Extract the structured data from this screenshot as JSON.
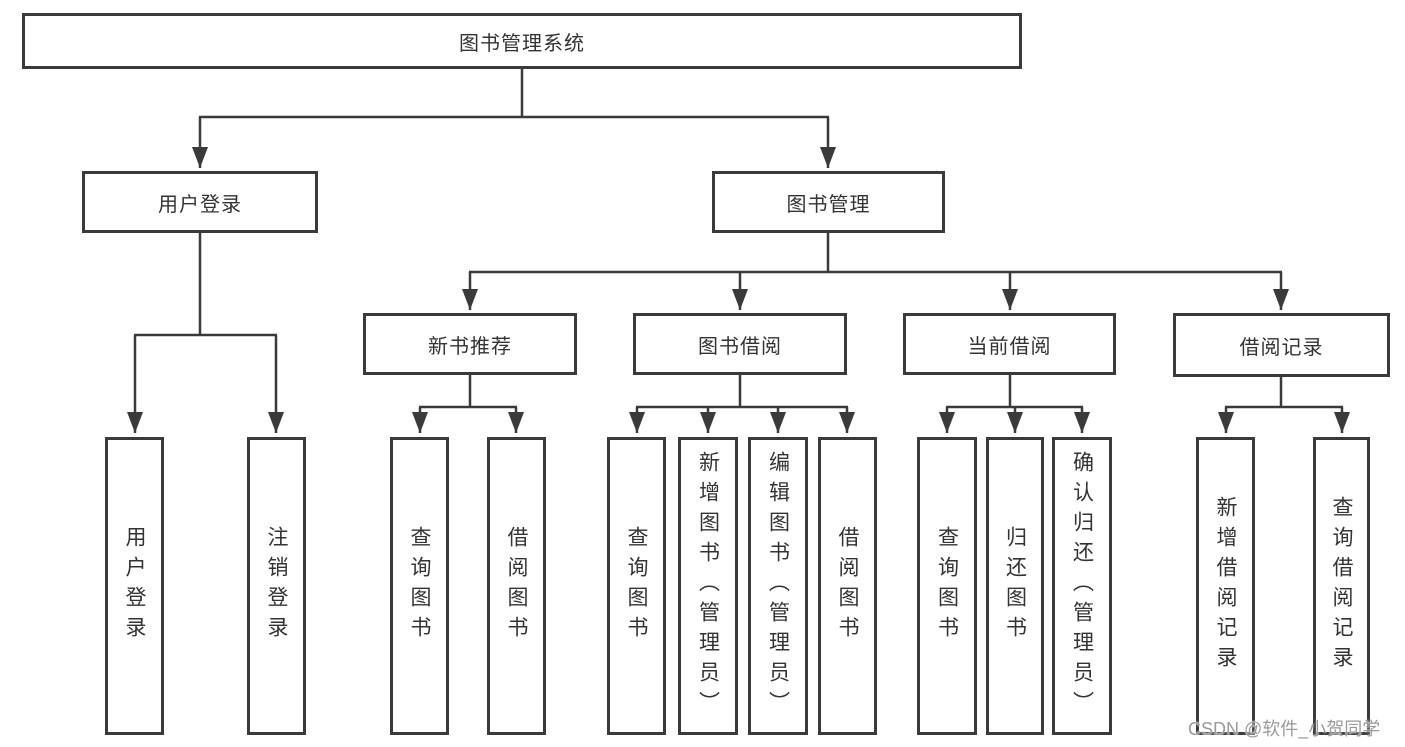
{
  "diagram": {
    "title": "图书管理系统",
    "nodes": {
      "root": "图书管理系统",
      "user_login": "用户登录",
      "book_mgmt": "图书管理",
      "new_book_rec": "新书推荐",
      "book_borrow": "图书借阅",
      "current_borrow": "当前借阅",
      "borrow_record": "借阅记录",
      "leaf_user_login": "用户登录",
      "leaf_logout": "注销登录",
      "leaf_nb_query": "查询图书",
      "leaf_nb_borrow": "借阅图书",
      "leaf_bb_query": "查询图书",
      "leaf_bb_add": "新增图书（管理员）",
      "leaf_bb_edit": "编辑图书（管理员）",
      "leaf_bb_borrow": "借阅图书",
      "leaf_cb_query": "查询图书",
      "leaf_cb_return": "归还图书",
      "leaf_cb_confirm": "确认归还（管理员）",
      "leaf_br_add": "新增借阅记录",
      "leaf_br_query": "查询借阅记录"
    },
    "colors": {
      "line": "#3a3a3a",
      "text": "#333333",
      "watermark": "#9a9a9a",
      "background": "#ffffff"
    }
  },
  "watermark": "CSDN @软件_小贺同学"
}
